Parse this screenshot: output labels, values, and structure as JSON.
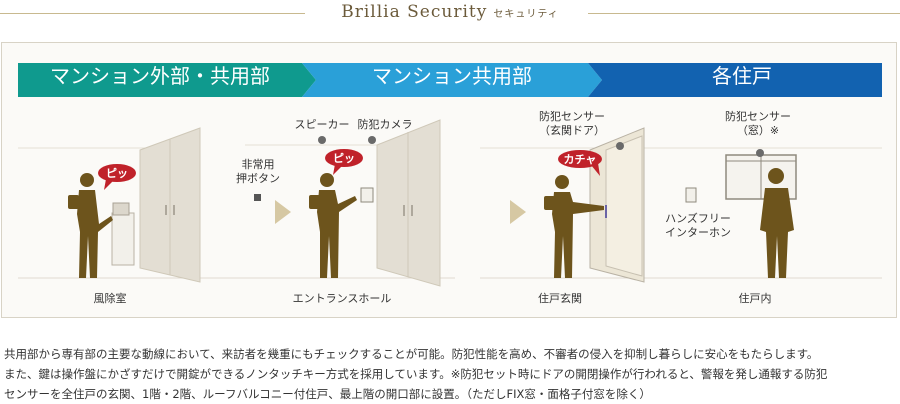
{
  "header": {
    "title": "Brillia Security",
    "subtitle": "セキュリティ"
  },
  "stages": [
    {
      "label": "マンション外部・共用部",
      "color": "#0f9a8e"
    },
    {
      "label": "マンション共用部",
      "color": "#2aa0d8"
    },
    {
      "label": "各住戸",
      "color": "#1262b0"
    }
  ],
  "bubbles": {
    "pip1": "ピッ",
    "pip2": "ピッ",
    "kacha": "カチャ"
  },
  "labels": {
    "speaker": "スピーカー",
    "camera": "防犯カメラ",
    "emergency_line1": "非常用",
    "emergency_line2": "押ボタン",
    "sensor_door_line1": "防犯センサー",
    "sensor_door_line2": "（玄関ドア）",
    "sensor_window_line1": "防犯センサー",
    "sensor_window_line2": "（窓）※",
    "handsfree_line1": "ハンズフリー",
    "handsfree_line2": "インターホン"
  },
  "scenes": [
    "風除室",
    "エントランスホール",
    "住戸玄関",
    "住戸内"
  ],
  "description": [
    "共用部から専有部の主要な動線において、来訪者を幾重にもチェックすることが可能。防犯性能を高め、不審者の侵入を抑制し暮らしに安心をもたらします。",
    "また、鍵は操作盤にかざすだけで開錠ができるノンタッチキー方式を採用しています。※防犯セット時にドアの開閉操作が行われると、警報を発し通報する防犯",
    "センサーを全住戸の玄関、1階・2階、ルーフバルコニー付住戸、最上階の開口部に設置。（ただしFIX窓・面格子付窓を除く）"
  ],
  "colors": {
    "accent_red": "#c0222a",
    "figure_brown": "#6d541c",
    "wall_beige": "#e3ded3"
  }
}
